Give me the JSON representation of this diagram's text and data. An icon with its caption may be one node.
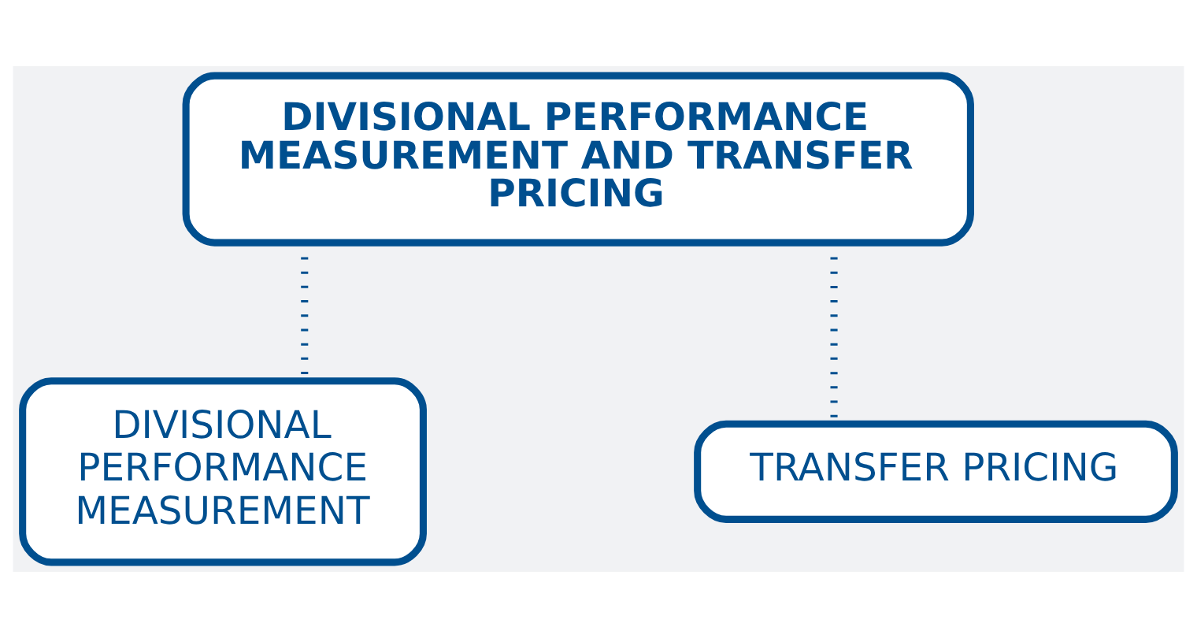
{
  "diagram": {
    "nodes": [
      {
        "text": [
          "DIVISIONAL PERFORMANCE MEASUREMENT AND TRANSFER PRICING"
        ]
      },
      {
        "text": [
          "DIVISIONAL PERFORMANCE MEASUREMENT"
        ]
      },
      {
        "text": [
          "TRANSFER PRICING"
        ]
      }
    ],
    "edges": [
      {
        "from": 0,
        "to": 1,
        "arrow": "none",
        "style": "dashed"
      },
      {
        "from": 0,
        "to": 2,
        "arrow": "none",
        "style": "dashed"
      }
    ]
  }
}
